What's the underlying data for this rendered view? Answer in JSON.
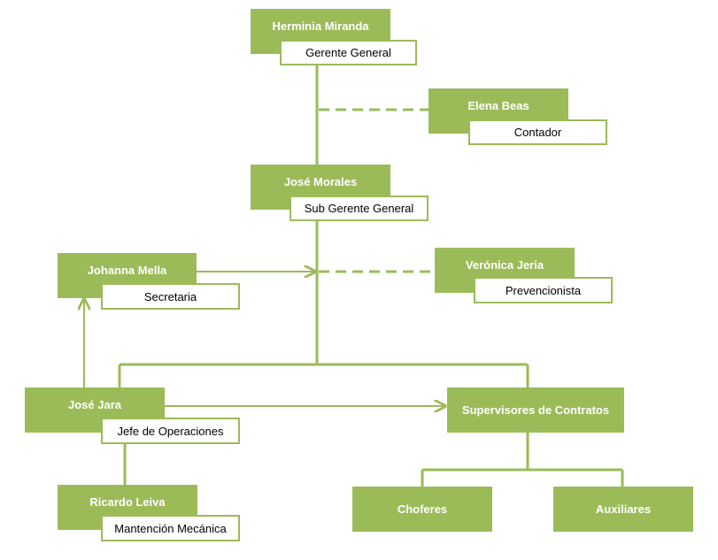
{
  "colors": {
    "node_fill": "#9bbb59",
    "line": "#9bbb59",
    "role_border": "#9bbb59"
  },
  "nodes": {
    "herminia": {
      "name": "Herminia Miranda",
      "role": "Gerente General"
    },
    "elena": {
      "name": "Elena Beas",
      "role": "Contador"
    },
    "jose_morales": {
      "name": "José Morales",
      "role": "Sub Gerente General"
    },
    "johanna": {
      "name": "Johanna Mella",
      "role": "Secretaria"
    },
    "veronica": {
      "name": "Verónica Jeria",
      "role": "Prevencionista"
    },
    "jose_jara": {
      "name": "José Jara",
      "role": "Jefe de Operaciones"
    },
    "supervisores": {
      "name": "Supervisores de Contratos"
    },
    "ricardo": {
      "name": "Ricardo Leiva",
      "role": "Mantención Mecánica"
    },
    "choferes": {
      "name": "Choferes"
    },
    "auxiliares": {
      "name": "Auxiliares"
    }
  }
}
